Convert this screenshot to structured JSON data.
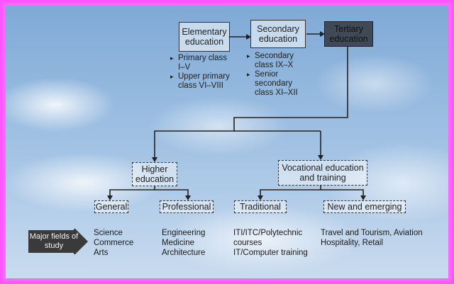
{
  "levels": {
    "elementary": "Elementary education",
    "secondary": "Secondary education",
    "tertiary": "Tertiary education"
  },
  "elementary_items": [
    "Primary class I–V",
    "Upper primary class VI–VIII"
  ],
  "secondary_items": [
    "Secondary class IX–X",
    "Senior secondary class XI–XII"
  ],
  "branches": {
    "higher": "Higher education",
    "vocational": "Vocational education and training"
  },
  "subfields": {
    "general": "General",
    "professional": "Professional",
    "traditional": "Traditional",
    "new_emerging": "New and emerging"
  },
  "major_fields_label": "Major fields of study",
  "fields": {
    "general": [
      "Science",
      "Commerce",
      "Arts"
    ],
    "professional": [
      "Engineering",
      "Medicine",
      "Architecture"
    ],
    "traditional": [
      "ITI/ITC/Polytechnic",
      "courses",
      "IT/Computer training"
    ],
    "new_emerging": [
      "Travel and Tourism, Aviation",
      "Hospitality, Retail"
    ]
  },
  "colors": {
    "frame": "#ff55ff",
    "tertiary_fill": "#3f4a56",
    "arrow": "#3a3a3a"
  }
}
